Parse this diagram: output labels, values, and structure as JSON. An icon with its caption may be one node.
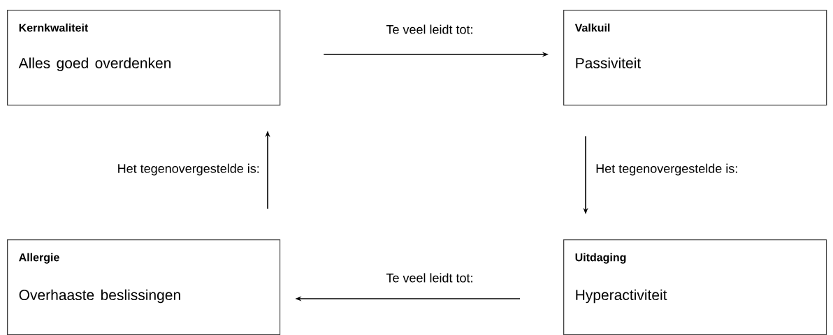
{
  "diagram": {
    "nodes": [
      {
        "text": [
          "Kernkwaliteit",
          "Alles goed overdenken"
        ]
      },
      {
        "text": [
          "Valkuil",
          "Passiviteit"
        ]
      },
      {
        "text": [
          "Allergie",
          "Overhaaste beslissingen"
        ]
      },
      {
        "text": [
          "Uitdaging",
          "Hyperactiviteit"
        ]
      }
    ],
    "edges": [
      {
        "from": 0,
        "to": 1,
        "arrow": "to",
        "label": "Te veel leidt tot:"
      },
      {
        "from": 1,
        "to": 3,
        "arrow": "to",
        "label": "Het tegenovergestelde is:"
      },
      {
        "from": 3,
        "to": 2,
        "arrow": "to",
        "label": "Te veel leidt tot:"
      },
      {
        "from": 2,
        "to": 0,
        "arrow": "to",
        "label": "Het tegenovergestelde is:"
      }
    ]
  }
}
